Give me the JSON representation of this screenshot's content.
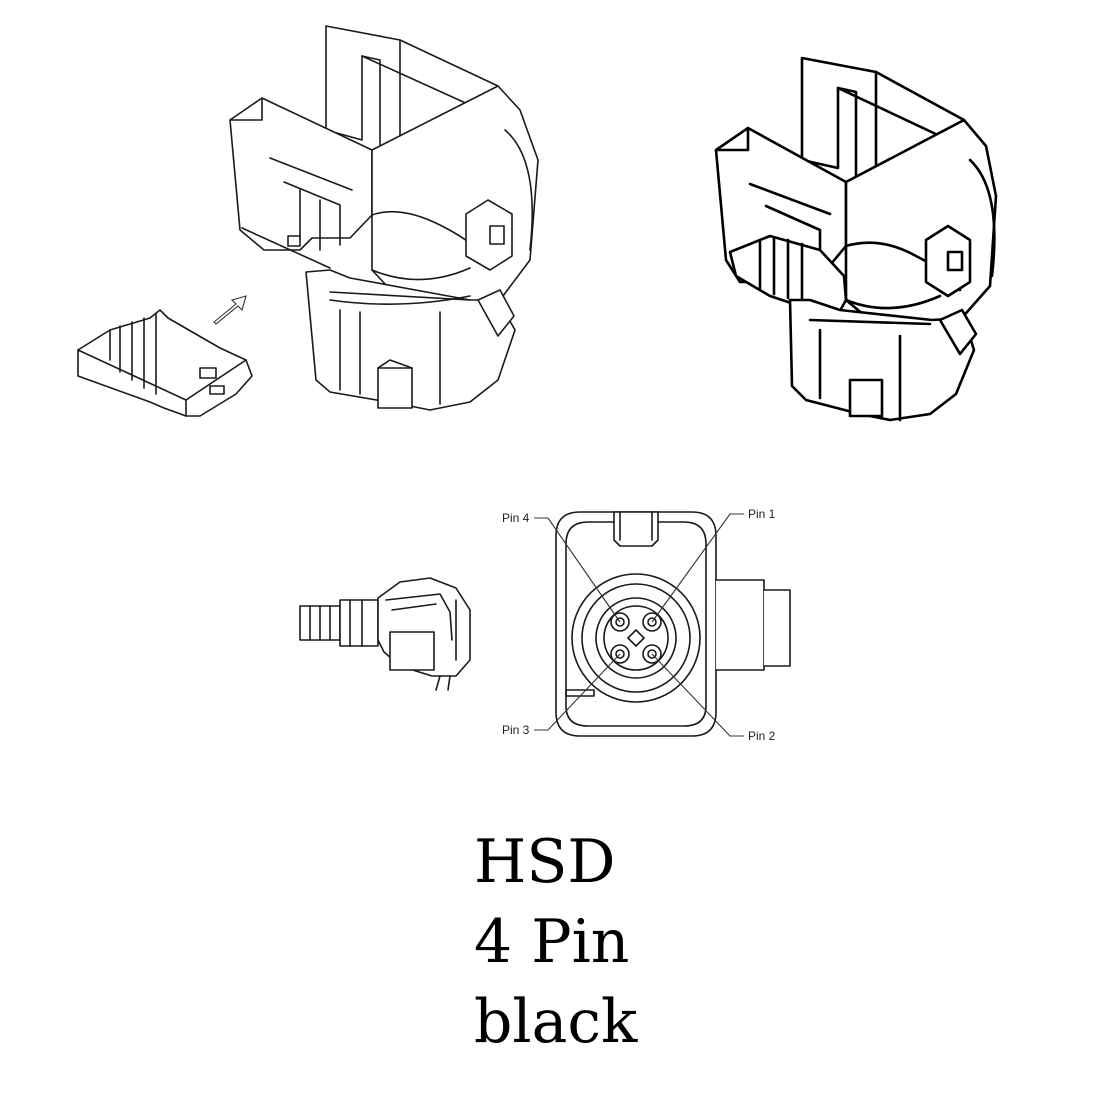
{
  "diagram": {
    "pin_labels": [
      {
        "id": "pin4",
        "text": "Pin 4"
      },
      {
        "id": "pin1",
        "text": "Pin 1"
      },
      {
        "id": "pin3",
        "text": "Pin 3"
      },
      {
        "id": "pin2",
        "text": "Pin 2"
      }
    ]
  },
  "caption": {
    "line1": "HSD",
    "line2": "4 Pin",
    "line3": "black"
  },
  "colors": {
    "line": "#1a1a1a",
    "background": "#ffffff"
  }
}
